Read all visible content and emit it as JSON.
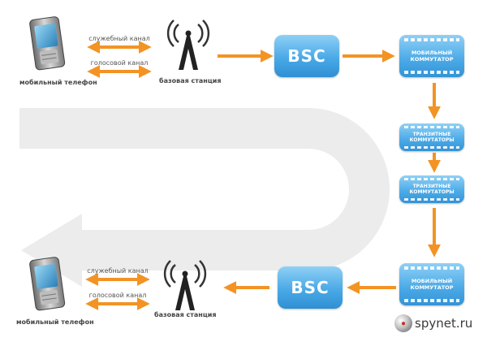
{
  "colors": {
    "arrow": "#f39324",
    "block": "#4aa9e6",
    "return_path": "#ececec"
  },
  "top": {
    "phone_label": "мобильный телефон",
    "service_channel": "служебный канал",
    "voice_channel": "голосовой канал",
    "station_label": "базовая станция",
    "bsc": "BSC",
    "switch": "МОБИЛЬНЫЙ КОММУТАТОР"
  },
  "middle": {
    "transit1": "ТРАНЗИТНЫЕ КОММУТАТОРЫ",
    "transit2": "ТРАНЗИТНЫЕ КОММУТАТОРЫ"
  },
  "bottom": {
    "phone_label": "мобильный телефон",
    "service_channel": "служебный канал",
    "voice_channel": "голосовой канал",
    "station_label": "базовая станция",
    "bsc": "BSC",
    "switch": "МОБИЛЬНЫЙ КОММУТАТОР"
  },
  "watermark": {
    "text": "spynet.ru",
    "icon": "ball-logo-icon"
  }
}
